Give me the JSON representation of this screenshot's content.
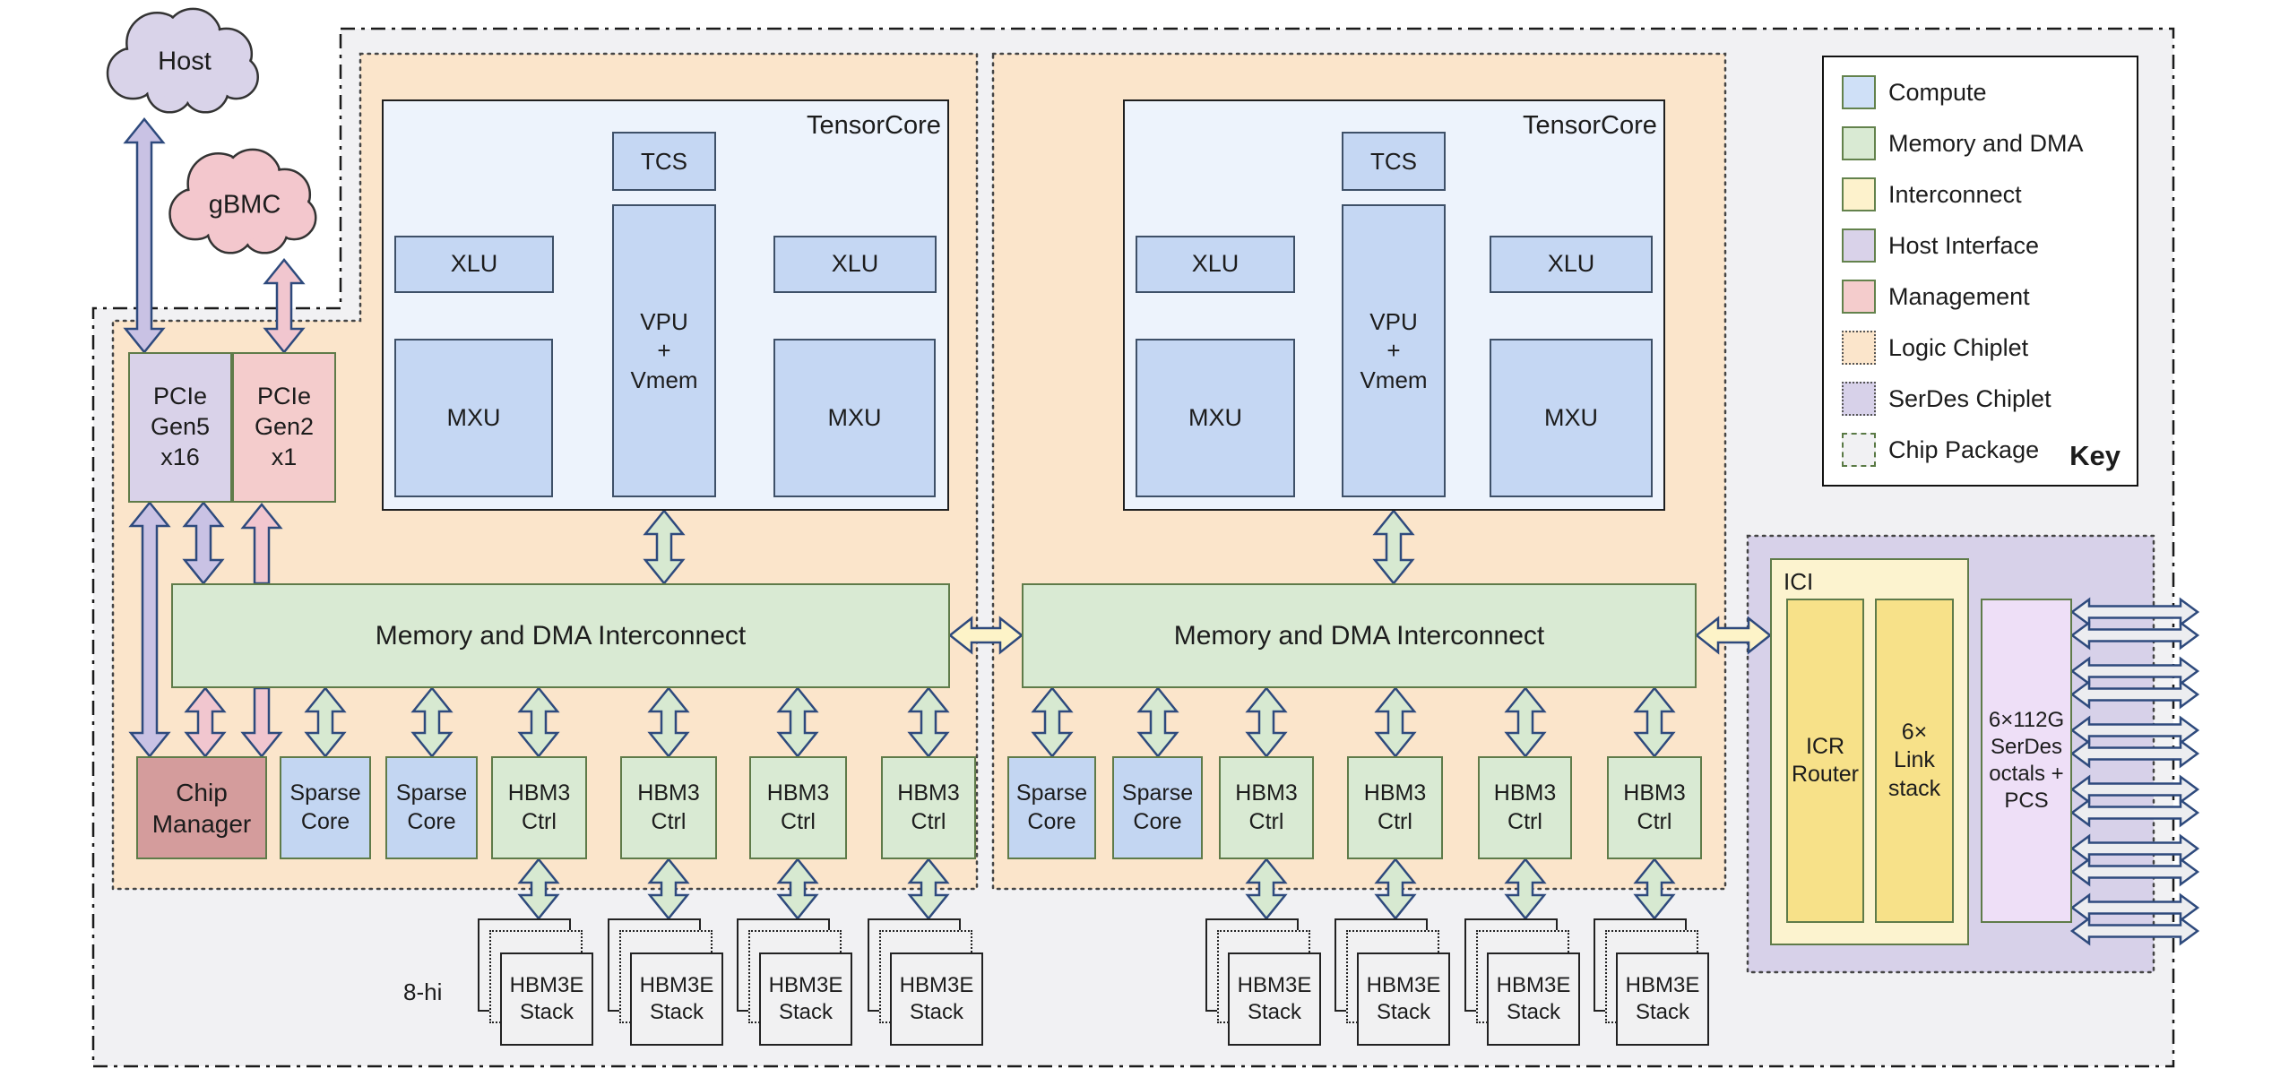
{
  "clouds": {
    "host": "Host",
    "gbmc": "gBMC"
  },
  "pcie": {
    "gen5": "PCIe\nGen5\nx16",
    "gen2": "PCIe\nGen2\nx1"
  },
  "tensorcore": {
    "title": "TensorCore",
    "tcs": "TCS",
    "vpu": "VPU\n+\nVmem",
    "xlu": "XLU",
    "mxu": "MXU"
  },
  "interconnect": {
    "label": "Memory and DMA Interconnect"
  },
  "row": {
    "chip_manager": "Chip Manager",
    "sparse_core": "Sparse Core",
    "hbm_ctrl": "HBM3\nCtrl"
  },
  "hbm": {
    "stack_label": "HBM3E\nStack",
    "height_note": "8-hi"
  },
  "ici": {
    "title": "ICI",
    "router": "ICR\nRouter",
    "link_stack": "6×\nLink\nstack"
  },
  "serdes": {
    "label": "6×112G\nSerDes\noctals +\nPCS"
  },
  "key": {
    "title": "Key",
    "items": [
      {
        "label": "Compute",
        "swatch": "#cfe0f7"
      },
      {
        "label": "Memory and DMA",
        "swatch": "#d9ead3"
      },
      {
        "label": "Interconnect",
        "swatch": "#fdf2cc"
      },
      {
        "label": "Host Interface",
        "swatch": "#d9d2e9"
      },
      {
        "label": "Management",
        "swatch": "#f4cccc"
      },
      {
        "label": "Logic Chiplet",
        "swatch": "#fbe5cb"
      },
      {
        "label": "SerDes Chiplet",
        "swatch": "#d7d1e9"
      },
      {
        "label": "Chip Package",
        "swatch": "#f1f1f3"
      }
    ]
  },
  "colors": {
    "package_fill": "#f1f1f3",
    "logic_chiplet_fill": "#fbe5cb",
    "serdes_chiplet_fill": "#d7d1e9",
    "compute_fill": "#c5d7f3",
    "memory_fill": "#d9ead3",
    "interconnect_fill": "#fcf3cf",
    "host_fill": "#d9d2e9",
    "management_fill": "#f4cccc",
    "chip_manager_fill": "#d49c9c",
    "arrow_stroke": "#2e4a7d"
  }
}
